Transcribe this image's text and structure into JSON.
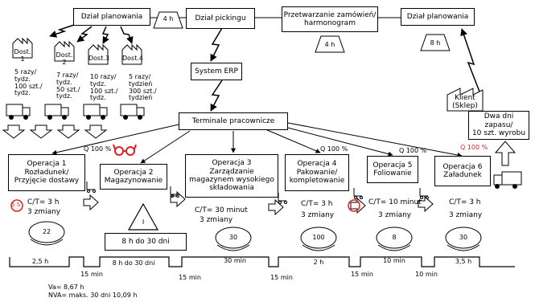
{
  "top": {
    "planning_left": "Dział planowania",
    "lead_left": "4 h",
    "picking": "Dział pickingu",
    "processing": "Przetwarzanie zamówień/\nharmonogram",
    "lead_processing": "4 h",
    "planning_right": "Dział planowania",
    "lead_right": "8 h",
    "erp": "System ERP",
    "terminals": "Terminale pracownicze"
  },
  "suppliers": [
    {
      "name": "Dost. 1",
      "desc": "5 razy/\ntydz.\n100 szt./\ntydz."
    },
    {
      "name": "Dost. 2",
      "desc": "7 razy/\ntydz.\n50 szt./\ntydz."
    },
    {
      "name": "Dost.3",
      "desc": "10 razy/\ntydz.\n100 szt./\ntydz."
    },
    {
      "name": "Dost.4",
      "desc": "5 razy/\ntydzień\n300 szt./\ntydzień"
    }
  ],
  "customer": {
    "name": "Klient\n(Sklep)",
    "stock_note": "Dwa dni zapasu/\n10 szt. wyrobu"
  },
  "operations": [
    {
      "name": "Operacja 1\nRozładunek/\nPrzyjęcie dostawy",
      "quality": "Q 100 %",
      "ct": "C/T= 3 h",
      "shifts": "3 zmiany",
      "inventory": "22",
      "time": "2,5 h"
    },
    {
      "name": "Operacja 2\nMagazynowanie",
      "quality": "",
      "ct": "",
      "shifts": "",
      "inventory": "",
      "time": "8 h do  30 dni"
    },
    {
      "name": "Operacja 3\nZarządzanie\nmagazynem wysokiego\nskładowania",
      "quality": "",
      "ct": "C/T= 30 minut",
      "shifts": "3 zmiany",
      "inventory": "30",
      "time": "30 min"
    },
    {
      "name": "Operacja 4\nPakowanie/\nkompletowanie",
      "quality": "Q 100 %",
      "ct": "C/T= 3 h",
      "shifts": "3 zmiany",
      "inventory": "100",
      "time": "2 h"
    },
    {
      "name": "Operacja 5\nFoliowanie",
      "quality": "Q 100 %",
      "ct": "C/T= 10 minut",
      "shifts": "3 zmiany",
      "inventory": "8",
      "time": "10 min"
    },
    {
      "name": "Operacja 6\nZaładunek",
      "quality": "Q 100 %",
      "ct": "C/T= 3 h",
      "shifts": "3 zmiany",
      "inventory": "30",
      "time": "3,5 h"
    }
  ],
  "warehouse_time": "8 h do  30 dni",
  "inventory_marker": "I",
  "five_s": "5 S",
  "timeline_waits": [
    "15 min",
    "15 min",
    "15 min",
    "15 min",
    "10 min"
  ],
  "summary": {
    "va": "Va=  8,67 h",
    "nva": "NVA= maks. 30 dni 10,09 h"
  },
  "colors": {
    "accent_red": "#e02020"
  }
}
